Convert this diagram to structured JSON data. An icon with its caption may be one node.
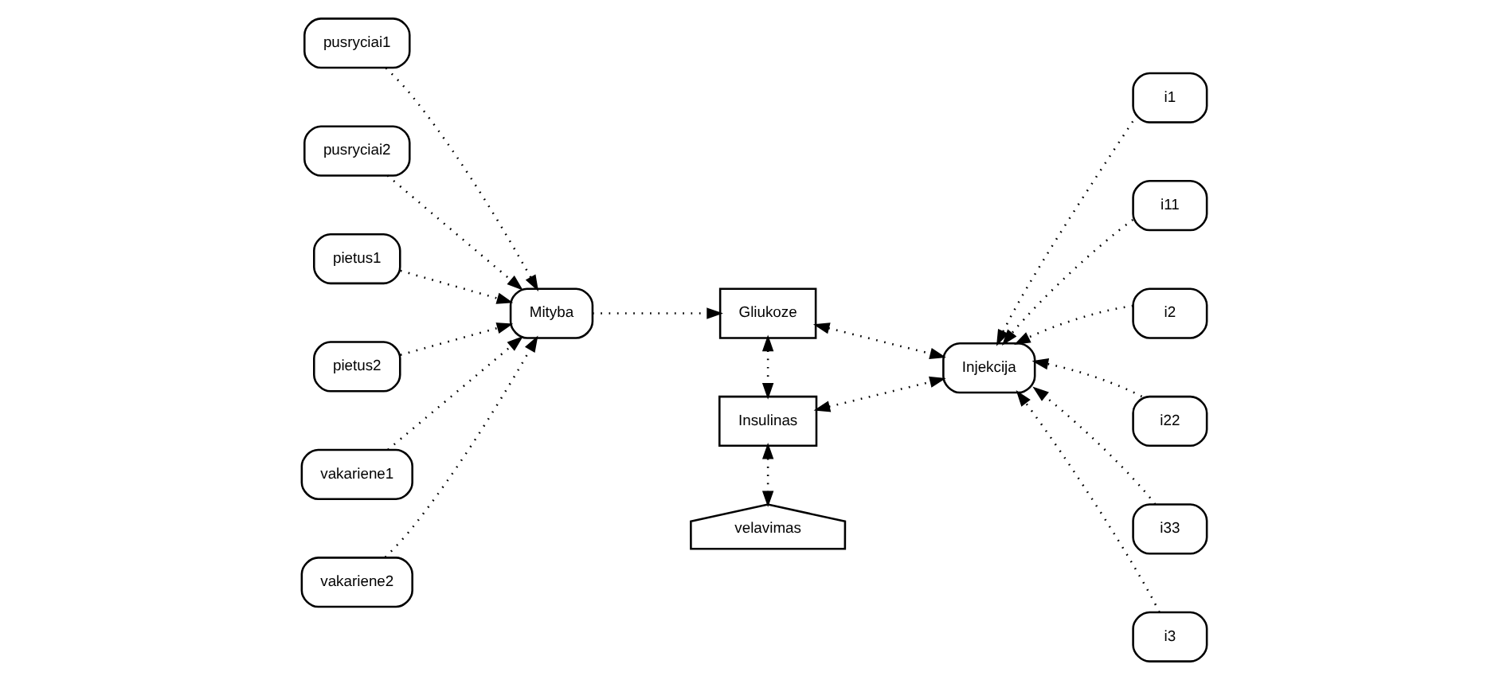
{
  "diagram": {
    "nodes": [
      {
        "text": [
          "pusryciai1"
        ]
      },
      {
        "text": [
          "pusryciai2"
        ]
      },
      {
        "text": [
          "pietus1"
        ]
      },
      {
        "text": [
          "pietus2"
        ]
      },
      {
        "text": [
          "vakariene1"
        ]
      },
      {
        "text": [
          "vakariene2"
        ]
      },
      {
        "text": [
          "Mityba"
        ]
      },
      {
        "text": [
          "Gliukoze"
        ]
      },
      {
        "text": [
          "Insulinas"
        ]
      },
      {
        "text": [
          "velavimas"
        ]
      },
      {
        "text": [
          "Injekcija"
        ]
      },
      {
        "text": [
          "i1"
        ]
      },
      {
        "text": [
          "i11"
        ]
      },
      {
        "text": [
          "i2"
        ]
      },
      {
        "text": [
          "i22"
        ]
      },
      {
        "text": [
          "i33"
        ]
      },
      {
        "text": [
          "i3"
        ]
      }
    ],
    "edges": [
      {
        "from": 0,
        "to": 6,
        "arrow": "to"
      },
      {
        "from": 1,
        "to": 6,
        "arrow": "to"
      },
      {
        "from": 2,
        "to": 6,
        "arrow": "to"
      },
      {
        "from": 3,
        "to": 6,
        "arrow": "to"
      },
      {
        "from": 4,
        "to": 6,
        "arrow": "to"
      },
      {
        "from": 5,
        "to": 6,
        "arrow": "to"
      },
      {
        "from": 6,
        "to": 7,
        "arrow": "to"
      },
      {
        "from": 7,
        "to": 8,
        "arrow": "both"
      },
      {
        "from": 8,
        "to": 9,
        "arrow": "both"
      },
      {
        "from": 7,
        "to": 10,
        "arrow": "both"
      },
      {
        "from": 8,
        "to": 10,
        "arrow": "both"
      },
      {
        "from": 11,
        "to": 10,
        "arrow": "to"
      },
      {
        "from": 12,
        "to": 10,
        "arrow": "to"
      },
      {
        "from": 13,
        "to": 10,
        "arrow": "to"
      },
      {
        "from": 14,
        "to": 10,
        "arrow": "to"
      },
      {
        "from": 15,
        "to": 10,
        "arrow": "to"
      },
      {
        "from": 16,
        "to": 10,
        "arrow": "to"
      }
    ]
  }
}
